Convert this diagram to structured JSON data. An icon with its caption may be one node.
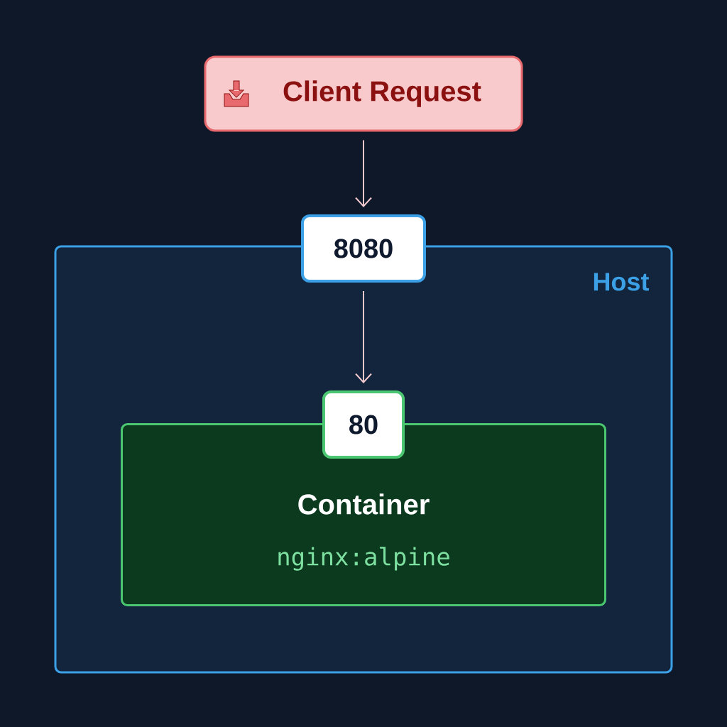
{
  "diagram": {
    "nodes": [
      {
        "text": [
          "Client Request"
        ]
      },
      {
        "text": [
          "Host"
        ]
      },
      {
        "text": [
          "8080"
        ]
      },
      {
        "text": [
          "Container",
          "nginx:alpine"
        ],
        "in": 1
      },
      {
        "text": [
          "80"
        ],
        "in": 1
      }
    ],
    "edges": [
      {
        "from": 0,
        "to": 2,
        "arrow": "to"
      },
      {
        "from": 2,
        "to": 4,
        "arrow": "to"
      }
    ]
  }
}
